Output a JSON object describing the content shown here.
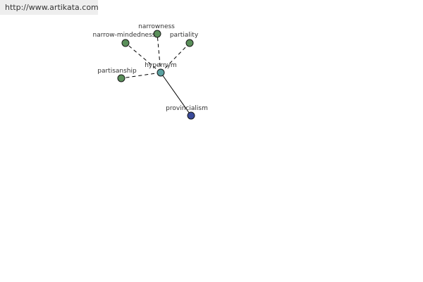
{
  "source": {
    "url_text": "http://www.artikata.com"
  },
  "colors": {
    "related_node": "#5a8f5a",
    "center_node": "#5aa0a0",
    "focus_node": "#3a4a9a",
    "edge": "#000000",
    "label": "#333333",
    "source_bar": "#eeeeee"
  },
  "graph": {
    "center": {
      "id": "hypernym",
      "label": "hypernym"
    },
    "nodes": [
      {
        "id": "narrowness",
        "label": "narrowness",
        "kind": "related"
      },
      {
        "id": "narrow-mindedness",
        "label": "narrow-mindedness",
        "kind": "related"
      },
      {
        "id": "partiality",
        "label": "partiality",
        "kind": "related"
      },
      {
        "id": "partisanship",
        "label": "partisanship",
        "kind": "related"
      },
      {
        "id": "provincialism",
        "label": "provincialism",
        "kind": "focus"
      }
    ],
    "edges": [
      {
        "from": "hypernym",
        "to": "narrowness",
        "style": "dashed"
      },
      {
        "from": "hypernym",
        "to": "narrow-mindedness",
        "style": "dashed"
      },
      {
        "from": "hypernym",
        "to": "partiality",
        "style": "dashed"
      },
      {
        "from": "hypernym",
        "to": "partisanship",
        "style": "dashed"
      },
      {
        "from": "hypernym",
        "to": "provincialism",
        "style": "solid"
      }
    ]
  }
}
